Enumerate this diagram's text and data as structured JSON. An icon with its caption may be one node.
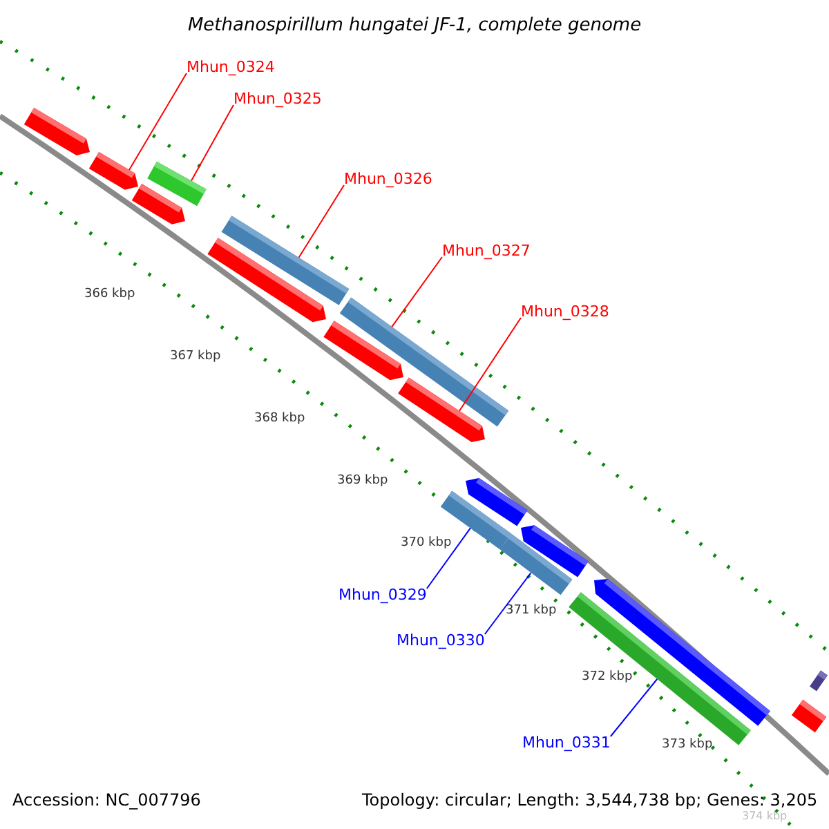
{
  "diagram": {
    "title": "Methanospirillum hungatei JF-1, complete genome",
    "nodes": [
      {
        "text": [
          "Mhun_0324"
        ]
      },
      {
        "text": [
          "Mhun_0325"
        ]
      },
      {
        "text": [
          "Mhun_0326"
        ]
      },
      {
        "text": [
          "Mhun_0327"
        ]
      },
      {
        "text": [
          "Mhun_0328"
        ]
      },
      {
        "text": [
          "Mhun_0329"
        ]
      },
      {
        "text": [
          "Mhun_0330"
        ]
      },
      {
        "text": [
          "Mhun_0331"
        ]
      },
      {
        "text": [],
        "shape": "bar"
      },
      {
        "text": [],
        "shape": "bar"
      },
      {
        "text": [],
        "shape": "bar"
      },
      {
        "text": [],
        "shape": "bar"
      },
      {
        "text": [],
        "shape": "bar"
      },
      {
        "text": [],
        "shape": "bar"
      },
      {
        "text": [],
        "shape": "bar"
      },
      {
        "text": [],
        "shape": "bar"
      },
      {
        "text": [],
        "shape": "bar"
      },
      {
        "text": [],
        "shape": "bar"
      },
      {
        "text": [],
        "shape": "bar"
      },
      {
        "text": [],
        "shape": "bar"
      },
      {
        "text": [],
        "shape": "bar"
      },
      {
        "text": [],
        "shape": "bar"
      },
      {
        "text": [],
        "shape": "bar"
      },
      {
        "text": [],
        "shape": "bar"
      },
      {
        "text": [],
        "shape": "bar"
      }
    ],
    "edges": [
      {
        "from": 0,
        "to": 9,
        "arrow": "none"
      },
      {
        "from": 1,
        "to": 10,
        "arrow": "none"
      },
      {
        "from": 2,
        "to": 12,
        "arrow": "none"
      },
      {
        "from": 3,
        "to": 14,
        "arrow": "none"
      },
      {
        "from": 4,
        "to": 16,
        "arrow": "none"
      },
      {
        "from": 5,
        "to": 19,
        "arrow": "none",
        "color": "#0000ff"
      },
      {
        "from": 6,
        "to": 20,
        "arrow": "none",
        "color": "#0000ff"
      },
      {
        "from": 7,
        "to": 22,
        "arrow": "none",
        "color": "#0000ff"
      }
    ],
    "labels": [
      "366 kbp",
      "367 kbp",
      "368 kbp",
      "369 kbp",
      "370 kbp",
      "371 kbp",
      "372 kbp",
      "373 kbp",
      "374 kbp",
      "Accession: NC_007796",
      "Topology: circular; Length: 3,544,738 bp; Genes: 3,205"
    ]
  }
}
